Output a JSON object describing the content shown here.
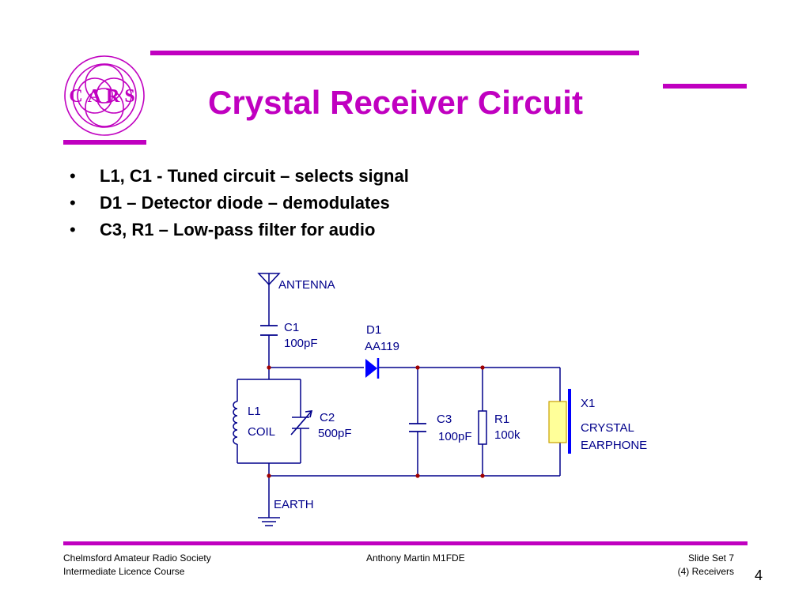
{
  "slide": {
    "title": "Crystal Receiver Circuit",
    "logo_text": "CARS",
    "accent_color": "#c000c0",
    "wire_color": "#00008b",
    "component_color": "#0000ff",
    "earphone_fill": "#ffff99"
  },
  "bullets": [
    "L1, C1 - Tuned circuit – selects signal",
    "D1 – Detector diode – demodulates",
    "C3, R1 – Low-pass filter for audio"
  ],
  "diagram": {
    "antenna": "ANTENNA",
    "c1_name": "C1",
    "c1_value": "100pF",
    "d1_name": "D1",
    "d1_value": "AA119",
    "l1_name": "L1",
    "l1_value": "COIL",
    "c2_name": "C2",
    "c2_value": "500pF",
    "c3_name": "C3",
    "c3_value": "100pF",
    "r1_name": "R1",
    "r1_value": "100k",
    "x1_name": "X1",
    "x1_line1": "CRYSTAL",
    "x1_line2": "EARPHONE",
    "earth": "EARTH"
  },
  "footer": {
    "left_line1": "Chelmsford Amateur Radio Society",
    "left_line2": "Intermediate Licence Course",
    "center": "Anthony Martin M1FDE",
    "right_line1": "Slide Set 7",
    "right_line2": "(4) Receivers",
    "page_number": "4"
  }
}
